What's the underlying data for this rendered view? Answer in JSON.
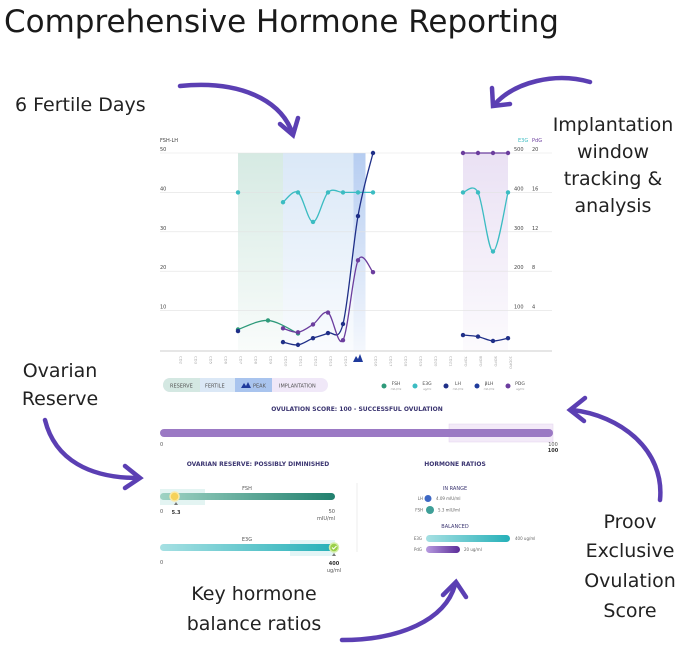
{
  "title": "Comprehensive Hormone Reporting",
  "annotations": {
    "fertile_days": "6 Fertile Days",
    "implantation": [
      "Implantation",
      "window",
      "tracking &",
      "analysis"
    ],
    "ovarian_reserve": [
      "Ovarian",
      "Reserve"
    ],
    "ovulation_score": [
      "Proov",
      "Exclusive",
      "Ovulation",
      "Score"
    ],
    "ratios": [
      "Key hormone",
      "balance ratios"
    ],
    "arrow_color": "#5b3fb3"
  },
  "chart_data": {
    "type": "line",
    "ylabel_left": "FSH-LH",
    "ylabel_right": [
      "E3G",
      "PdG"
    ],
    "ylim_left": [
      0,
      50
    ],
    "ylim_e3g": [
      0,
      500
    ],
    "ylim_pdg": [
      0,
      20
    ],
    "yticks_left": [
      "50",
      "40",
      "30",
      "20",
      "10"
    ],
    "yticks_e3g": [
      "500",
      "400",
      "300",
      "200",
      "100"
    ],
    "yticks_pdg": [
      "20",
      "16",
      "12",
      "8",
      "4"
    ],
    "grid": true,
    "categories": [
      "CD2",
      "CD3",
      "CD5",
      "CD6",
      "CD7",
      "CD8",
      "CD9",
      "CD10",
      "CD11",
      "CD12",
      "CD13",
      "CD14",
      "",
      "CD16",
      "CD17",
      "CD18",
      "CD19",
      "CD20",
      "CD21",
      "7DPO",
      "8DPO",
      "9DPO",
      "10DPO"
    ],
    "peak_index": 12,
    "phases": [
      {
        "label": "RESERVE",
        "from": 4,
        "to": 7,
        "color": "#cfe6de"
      },
      {
        "label": "FERTILE",
        "from": 7,
        "to": 11.7,
        "color": "#d4e4f6"
      },
      {
        "label": "PEAK",
        "from": 11.7,
        "to": 12.5,
        "color": "#a9c4ee"
      },
      {
        "label": "IMPLANTATION",
        "from": 19,
        "to": 22,
        "color": "#e6dcf2"
      }
    ],
    "series": [
      {
        "name": "FSH",
        "unit": "mIU/ml",
        "axis": "left",
        "color": "#2e9a7a",
        "values": [
          null,
          null,
          null,
          null,
          5.2,
          null,
          7.5,
          null,
          4.2,
          null,
          null,
          null,
          null,
          null,
          null,
          null,
          null,
          null,
          null,
          null,
          null,
          null,
          null
        ]
      },
      {
        "name": "E3G",
        "unit": "ug/ml",
        "axis": "e3g",
        "color": "#3bbcc2",
        "values": [
          null,
          null,
          null,
          null,
          400,
          null,
          null,
          375,
          400,
          325,
          400,
          400,
          400,
          400,
          null,
          null,
          null,
          null,
          null,
          400,
          400,
          250,
          400
        ]
      },
      {
        "name": "LH",
        "unit": "mIU/ml",
        "axis": "left",
        "color": "#1f2f88",
        "values": [
          null,
          null,
          null,
          null,
          4.8,
          null,
          null,
          2,
          1.3,
          3,
          4.3,
          6.6,
          34,
          50,
          null,
          null,
          null,
          null,
          null,
          3.8,
          3.4,
          2.3,
          3
        ]
      },
      {
        "name": "βLH",
        "unit": "mIU/ml",
        "axis": "left",
        "color": "#203c9c",
        "values": []
      },
      {
        "name": "PDG",
        "unit": "ug/ml",
        "axis": "pdg",
        "color": "#6b3d9e",
        "values": [
          null,
          null,
          null,
          null,
          null,
          null,
          null,
          2.2,
          1.8,
          2.6,
          3.8,
          1.0,
          9.1,
          7.9,
          null,
          null,
          null,
          null,
          null,
          20,
          20,
          20,
          20
        ]
      }
    ]
  },
  "phase_legend": [
    "RESERVE",
    "FERTILE",
    "PEAK",
    "IMPLANTATION"
  ],
  "ovulation": {
    "title": "OVULATION SCORE: 100 - SUCCESSFUL OVULATION",
    "score": 100,
    "min": "0",
    "max": "100",
    "value_label": "100"
  },
  "ovarian": {
    "title": "OVARIAN RESERVE: POSSIBLY DIMINISHED",
    "fsh": {
      "label": "FSH",
      "min": "0",
      "max": "50",
      "unit": "mIU/ml",
      "value": 5.3,
      "value_label": "5.3"
    },
    "e3g": {
      "label": "E3G",
      "min": "0",
      "unit": "ug/ml",
      "value": 400,
      "value_label": "400"
    }
  },
  "ratios": {
    "title": "HORMONE RATIOS",
    "in_range": "IN RANGE",
    "lh": {
      "label": "LH",
      "value": "4.09 mIU/ml"
    },
    "fsh": {
      "label": "FSH",
      "value": "5.3 mIU/ml"
    },
    "balanced": "BALANCED",
    "e3g": {
      "label": "E3G",
      "value": "400 ug/ml"
    },
    "pdg": {
      "label": "PdG",
      "value": "20 ug/ml"
    }
  }
}
